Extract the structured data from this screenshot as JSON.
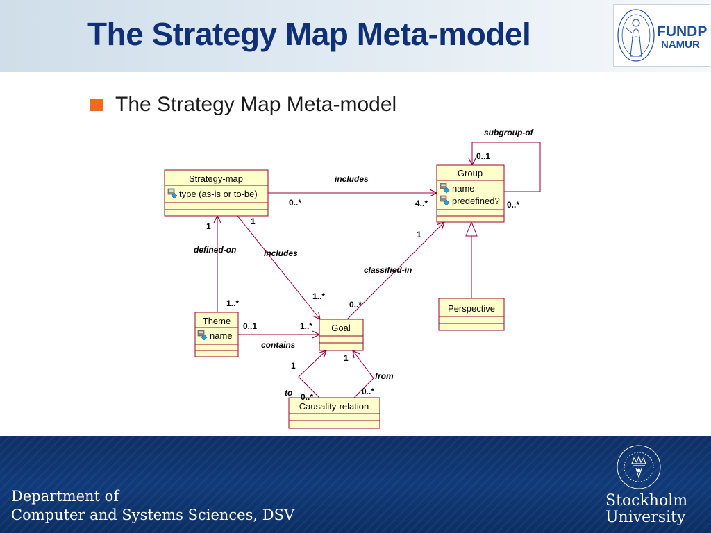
{
  "header": {
    "title": "The Strategy Map Meta-model",
    "logo": {
      "line1": "FUNDP",
      "line2": "NAMUR",
      "icon": "fundp-seal-icon"
    }
  },
  "content": {
    "bullet_text": "The Strategy Map Meta-model"
  },
  "diagram": {
    "classes": {
      "strategy_map": {
        "name": "Strategy-map",
        "attrs": [
          "type (as-is or to-be)"
        ]
      },
      "group": {
        "name": "Group",
        "attrs": [
          "name",
          "predefined?"
        ]
      },
      "theme": {
        "name": "Theme",
        "attrs": [
          "name"
        ]
      },
      "goal": {
        "name": "Goal",
        "attrs": []
      },
      "perspective": {
        "name": "Perspective",
        "attrs": []
      },
      "causality_relation": {
        "name": "Causality-relation",
        "attrs": []
      }
    },
    "roles": {
      "includes_top": "includes",
      "subgroup_of": "subgroup-of",
      "defined_on": "defined-on",
      "includes_diag": "includes",
      "classified_in": "classified-in",
      "contains": "contains",
      "from": "from",
      "to": "to"
    },
    "multiplicities": {
      "sm_group_sm": "0..*",
      "sm_group_group": "4..*",
      "subgroup_top": "0..1",
      "subgroup_bottom": "0..*",
      "sm_theme_sm": "1",
      "sm_theme_theme": "1..*",
      "sm_goal_sm": "1",
      "sm_goal_goal": "1..*",
      "group_goal_group": "1",
      "group_goal_goal": "0..*",
      "theme_goal_theme": "0..1",
      "theme_goal_goal": "1..*",
      "to_goal": "1",
      "to_causality": "0..*",
      "from_goal": "1",
      "from_causality": "0..*"
    },
    "colors": {
      "class_fill": "#ffffcc",
      "class_border": "#990033",
      "line": "#990033"
    }
  },
  "footer": {
    "department_line1": "Department of",
    "department_line2": "Computer and Systems Sciences, DSV",
    "university_line1": "Stockholm",
    "university_line2": "University",
    "logo_icon": "stockholm-university-crown-seal-icon"
  }
}
